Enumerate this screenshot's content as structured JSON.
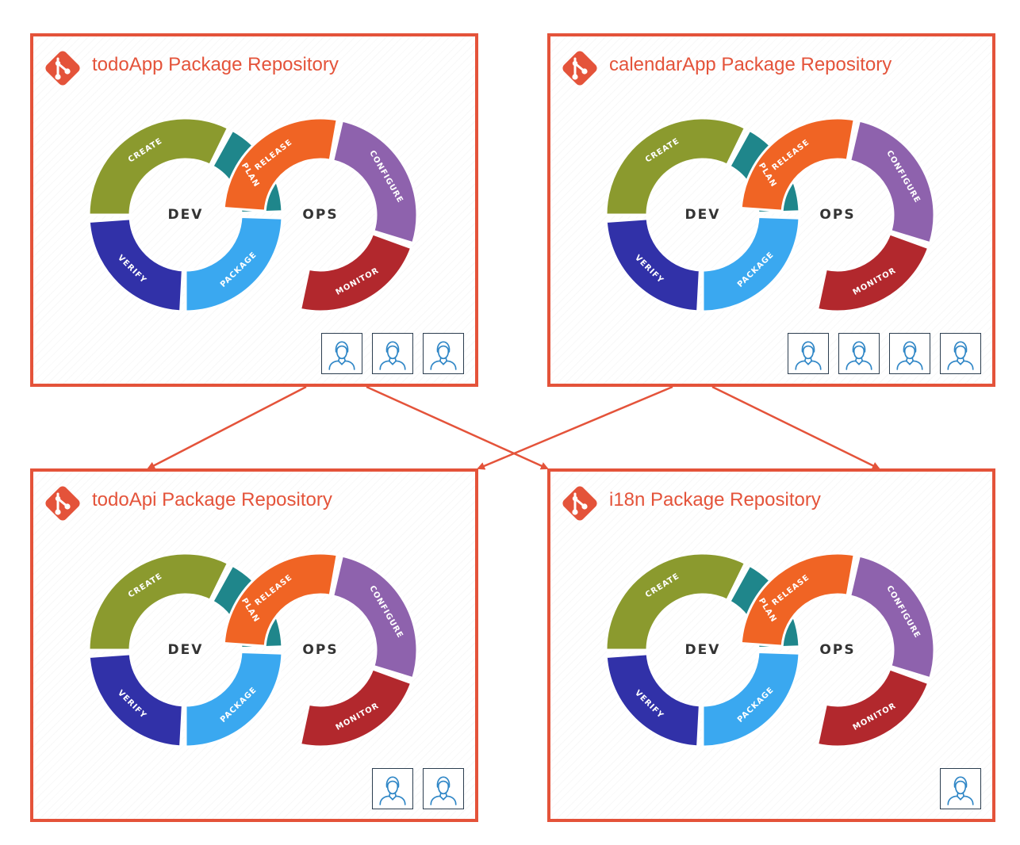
{
  "diagram": {
    "accent_color": "#e4533a",
    "repositories": [
      {
        "id": "todoApp",
        "title": "todoApp Package Repository",
        "user_count": 3
      },
      {
        "id": "calendarApp",
        "title": "calendarApp Package Repository",
        "user_count": 4
      },
      {
        "id": "todoApi",
        "title": "todoApi Package Repository",
        "user_count": 2
      },
      {
        "id": "i18n",
        "title": "i18n Package Repository",
        "user_count": 1
      }
    ],
    "devops_loop": {
      "left_hub": "DEV",
      "right_hub": "OPS",
      "stages": [
        {
          "label": "CREATE",
          "color": "#8b9a2e"
        },
        {
          "label": "PLAN",
          "color": "#1f868b"
        },
        {
          "label": "RELEASE",
          "color": "#f06424"
        },
        {
          "label": "CONFIGURE",
          "color": "#8e62ad"
        },
        {
          "label": "MONITOR",
          "color": "#b2282d"
        },
        {
          "label": "PACKAGE",
          "color": "#3aa8f0"
        },
        {
          "label": "VERIFY",
          "color": "#3131a8"
        }
      ]
    },
    "dependencies": [
      {
        "from": "todoApp",
        "to": "todoApi"
      },
      {
        "from": "todoApp",
        "to": "i18n"
      },
      {
        "from": "calendarApp",
        "to": "todoApi"
      },
      {
        "from": "calendarApp",
        "to": "i18n"
      }
    ],
    "icons": {
      "repo_logo": "git-logo-icon",
      "user": "user-avatar-icon"
    }
  }
}
